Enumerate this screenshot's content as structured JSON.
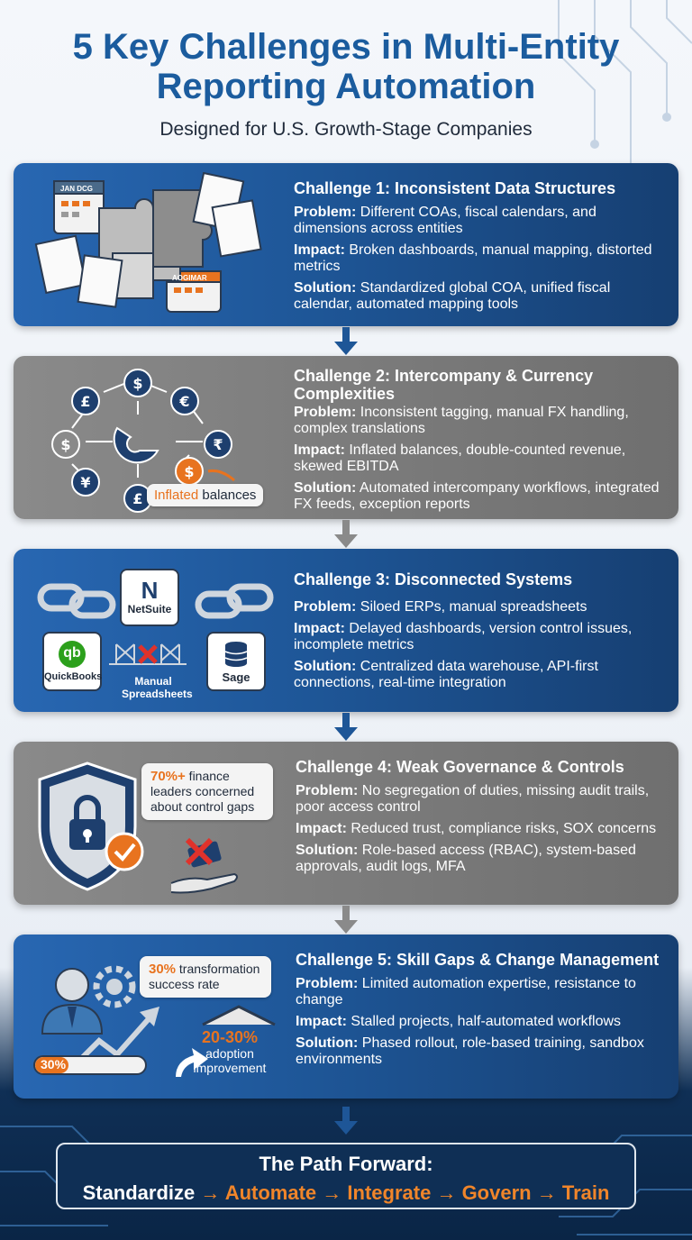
{
  "header": {
    "title_line1": "5 Key Challenges in Multi-Entity",
    "title_line2": "Reporting Automation",
    "subtitle": "Designed for U.S. Growth-Stage Companies"
  },
  "challenges": [
    {
      "title": "Challenge 1: Inconsistent Data Structures",
      "problem_label": "Problem:",
      "problem": "Different COAs, fiscal calendars, and dimensions across entities",
      "impact_label": "Impact:",
      "impact": "Broken dashboards, manual mapping, distorted metrics",
      "solution_label": "Solution:",
      "solution": "Standardized global COA, unified fiscal calendar, automated mapping tools",
      "illustration": {
        "calendar_label_1": "JAN DCG",
        "calendar_label_2": "AOGIMAR"
      }
    },
    {
      "title": "Challenge 2: Intercompany & Currency Complexities",
      "problem_label": "Problem:",
      "problem": "Inconsistent tagging, manual FX handling, complex translations",
      "impact_label": "Impact:",
      "impact": "Inflated balances, double-counted revenue, skewed EBITDA",
      "solution_label": "Solution:",
      "solution": "Automated intercompany workflows, integrated FX feeds, exception reports",
      "illustration": {
        "callout_orange": "Inflated",
        "callout_rest": " balances",
        "currencies": [
          "$",
          "€",
          "£",
          "$",
          "₹",
          "¥",
          "£",
          "$"
        ]
      }
    },
    {
      "title": "Challenge 3: Disconnected Systems",
      "problem_label": "Problem:",
      "problem": "Siloed ERPs, manual spreadsheets",
      "impact_label": "Impact:",
      "impact": "Delayed dashboards, version control issues, incomplete metrics",
      "solution_label": "Solution:",
      "solution": "Centralized data warehouse, API-first connections, real-time integration",
      "illustration": {
        "netsuite": "NetSuite",
        "quickbooks": "QuickBooks",
        "spreadsheets": "Manual Spreadsheets",
        "sage": "Sage",
        "qb_mark": "qb",
        "n_mark": "N"
      }
    },
    {
      "title": "Challenge 4: Weak Governance & Controls",
      "problem_label": "Problem:",
      "problem": "No segregation of duties, missing audit trails, poor access control",
      "impact_label": "Impact:",
      "impact": "Reduced trust, compliance risks, SOX concerns",
      "solution_label": "Solution:",
      "solution": "Role-based access (RBAC), system-based approvals, audit logs, MFA",
      "illustration": {
        "stat_orange": "70%+",
        "stat_rest": " finance leaders concerned about control gaps"
      }
    },
    {
      "title": "Challenge 5: Skill Gaps & Change Management",
      "problem_label": "Problem:",
      "problem": "Limited automation expertise, resistance to change",
      "impact_label": "Impact:",
      "impact": "Stalled projects, half-automated workflows",
      "solution_label": "Solution:",
      "solution": "Phased rollout, role-based training, sandbox environments",
      "illustration": {
        "stat_orange": "30%",
        "stat_rest": " transformation success rate",
        "progress_label": "30%",
        "progress_value": 0.3,
        "adoption_orange": "20-30%",
        "adoption_rest": "adoption improvement"
      }
    }
  ],
  "footer": {
    "heading": "The Path Forward:",
    "steps": [
      "Standardize",
      "Automate",
      "Integrate",
      "Govern",
      "Train"
    ],
    "separator": "→"
  },
  "colors": {
    "accent_blue": "#1b5c9e",
    "card_blue": "#1e5697",
    "card_gray": "#7c7c7c",
    "orange": "#e8731f",
    "footer_bg": "#0f2f55"
  }
}
